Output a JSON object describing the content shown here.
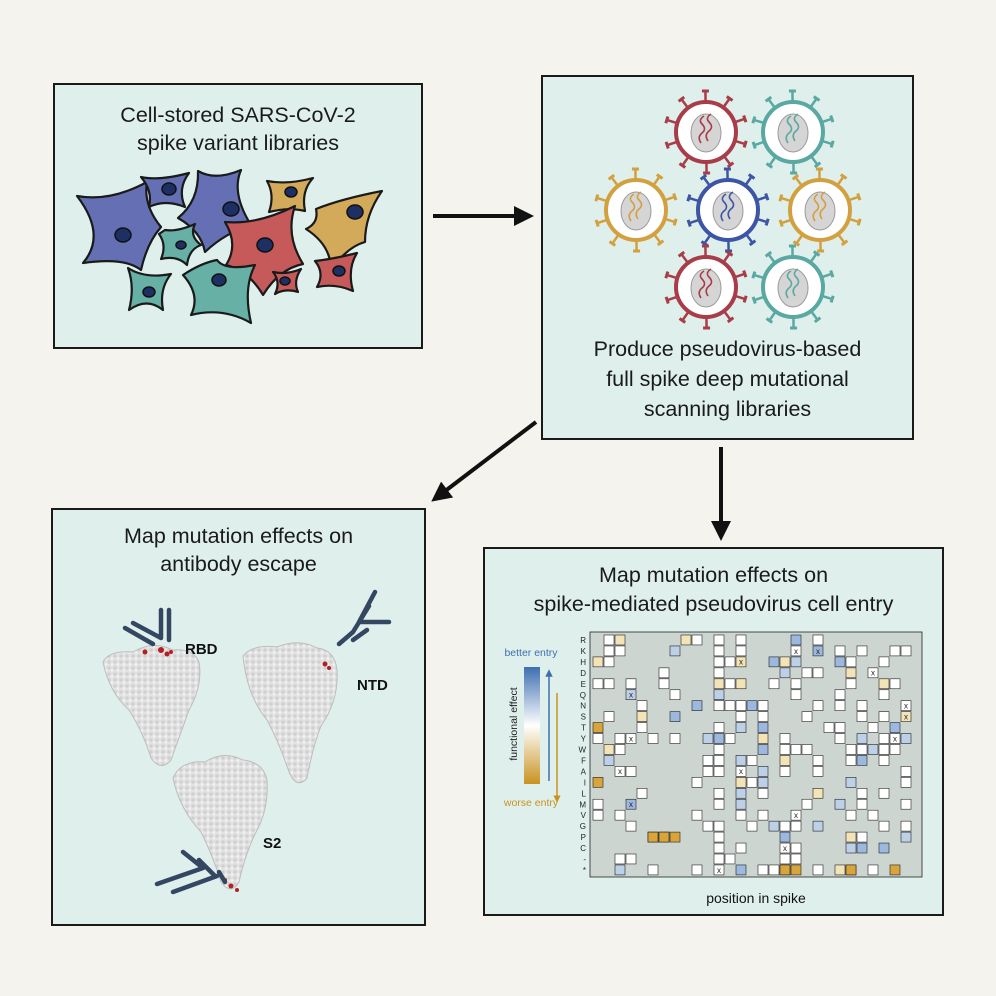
{
  "panels": {
    "libraries": {
      "line1": "Cell-stored SARS-CoV-2",
      "line2": "spike variant libraries"
    },
    "pseudovirus": {
      "line1": "Produce pseudovirus-based",
      "line2": "full spike deep mutational",
      "line3": "scanning libraries"
    },
    "antibody": {
      "line1": "Map mutation effects on",
      "line2": "antibody escape",
      "rbd_label": "RBD",
      "ntd_label": "NTD",
      "s2_label": "S2"
    },
    "entry": {
      "line1": "Map mutation effects on",
      "line2": "spike-mediated pseudovirus cell entry"
    }
  },
  "legend": {
    "title": "functional effect",
    "better": "better entry",
    "worse": "worse entry"
  },
  "colors": {
    "cell_blue": "#6470b3",
    "cell_teal": "#66b0a6",
    "cell_red": "#c65a5a",
    "cell_gold": "#d3a95a",
    "better": "#3d6fb0",
    "worse": "#c89220",
    "virus_red": "#a83c48",
    "virus_teal": "#5aa8a2",
    "virus_gold": "#d3a040",
    "virus_blue": "#3c55a5"
  },
  "chart_data": {
    "type": "heatmap",
    "xlabel": "position in spike",
    "ylabel": "",
    "row_labels": [
      "R",
      "K",
      "H",
      "D",
      "E",
      "Q",
      "N",
      "S",
      "T",
      "Y",
      "W",
      "F",
      "A",
      "I",
      "L",
      "M",
      "V",
      "G",
      "P",
      "C",
      "-",
      "*"
    ],
    "x_tick_labels": [],
    "value_scale": "functional effect: better entry (blue) to worse entry (orange)"
  }
}
